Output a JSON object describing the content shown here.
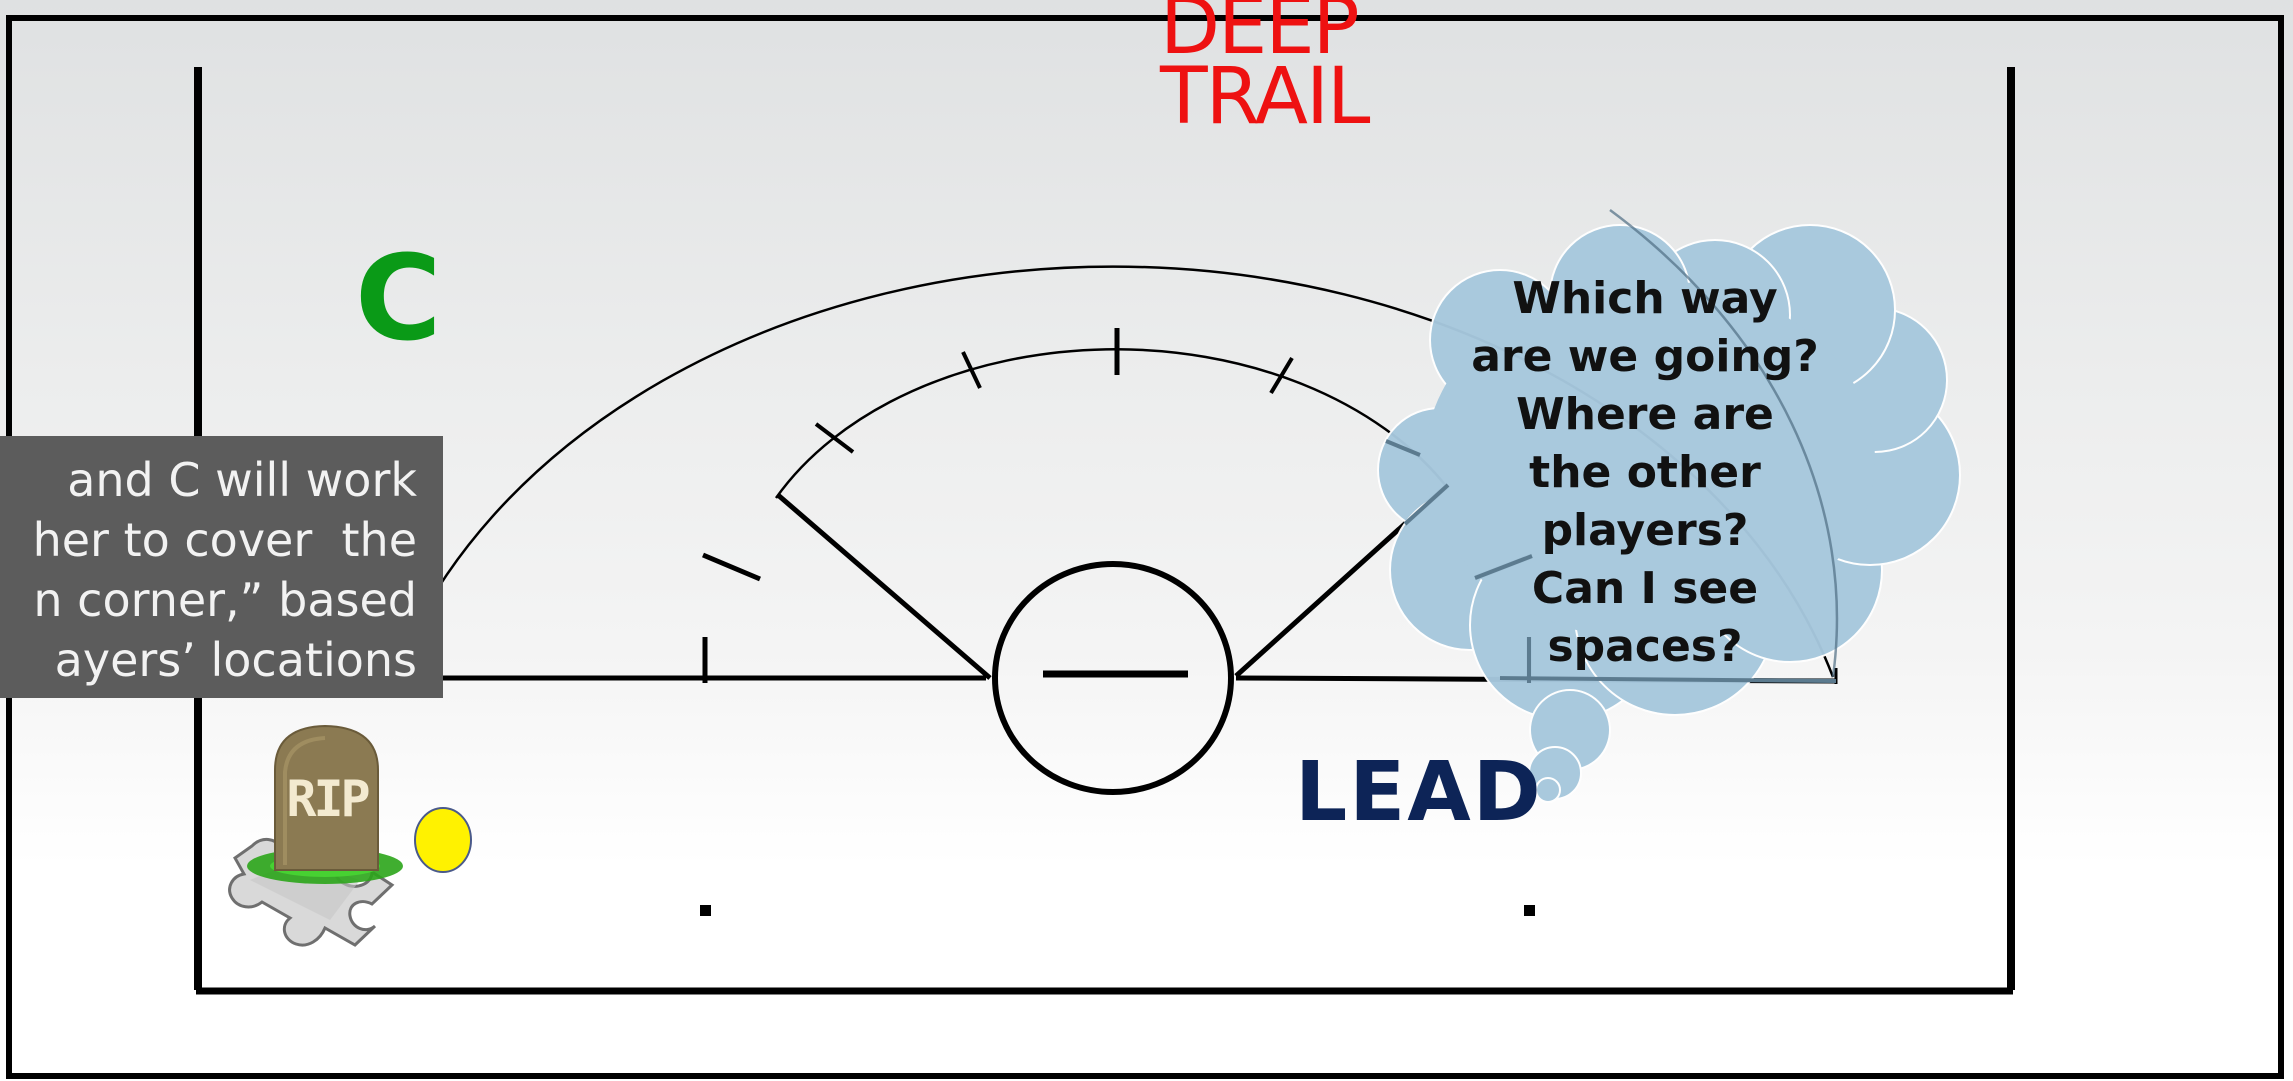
{
  "labels": {
    "deep_trail_line1": "DEEP",
    "deep_trail_line2": "TRAIL",
    "center_official": "C",
    "lead": "LEAD"
  },
  "callout": {
    "text": "and C will work\nher to cover  the\nn corner,” based\nayers’ locations"
  },
  "thought_cloud": {
    "lines": [
      "Which way",
      "are we going?",
      "Where are",
      "the other",
      "players?",
      "Can I see",
      "spaces?"
    ]
  },
  "tombstone": {
    "text": "RIP"
  },
  "icons": {
    "tombstone": "tombstone-icon",
    "puzzle": "puzzle-piece-icon",
    "ball": "ball-icon"
  },
  "colors": {
    "deep_trail": "#ee1111",
    "center_official": "#0a9a17",
    "lead": "#0d2457",
    "cloud": "#a7c8dd",
    "callout_bg": "#5c5c5c",
    "ball": "#fff200"
  }
}
